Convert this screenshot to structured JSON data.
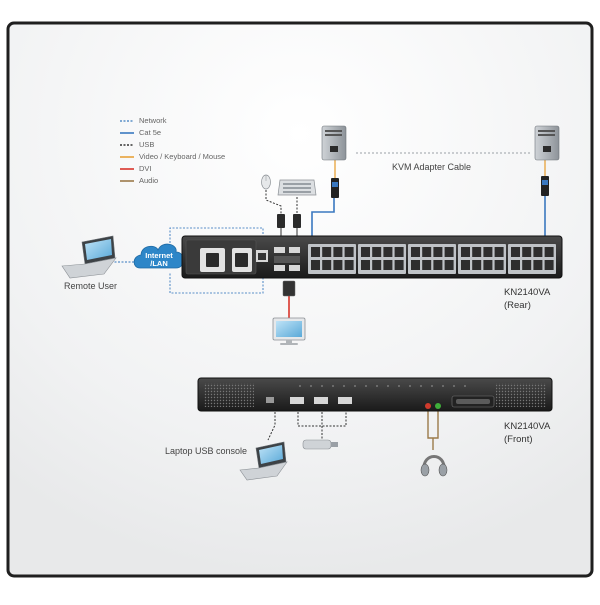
{
  "legend": [
    {
      "label": "Network",
      "color": "#5a8fc8",
      "dash": true
    },
    {
      "label": "Cat 5e",
      "color": "#3a78c0",
      "dash": false
    },
    {
      "label": "USB",
      "color": "#333333",
      "dash": true
    },
    {
      "label": "Video / Keyboard / Mouse",
      "color": "#e8a23a",
      "dash": false
    },
    {
      "label": "DVI",
      "color": "#d9342b",
      "dash": false
    },
    {
      "label": "Audio",
      "color": "#9b7a4a",
      "dash": false
    }
  ],
  "labels": {
    "kvm_adapter_cable": "KVM Adapter Cable",
    "internet": "Internet",
    "lan": "/LAN",
    "remote_user": "Remote User",
    "rear_model": "KN2140VA",
    "rear_view": "(Rear)",
    "front_model": "KN2140VA",
    "front_view": "(Front)",
    "laptop_usb_console": "Laptop USB console"
  },
  "icons": {
    "computer": "desktop-tower-icon",
    "laptop": "laptop-icon",
    "cloud": "cloud-icon",
    "monitor": "monitor-icon",
    "keyboard": "keyboard-icon",
    "mouse": "mouse-icon",
    "headset": "headset-icon",
    "usb_drive": "usb-drive-icon",
    "adapter": "kvm-adapter-icon"
  }
}
